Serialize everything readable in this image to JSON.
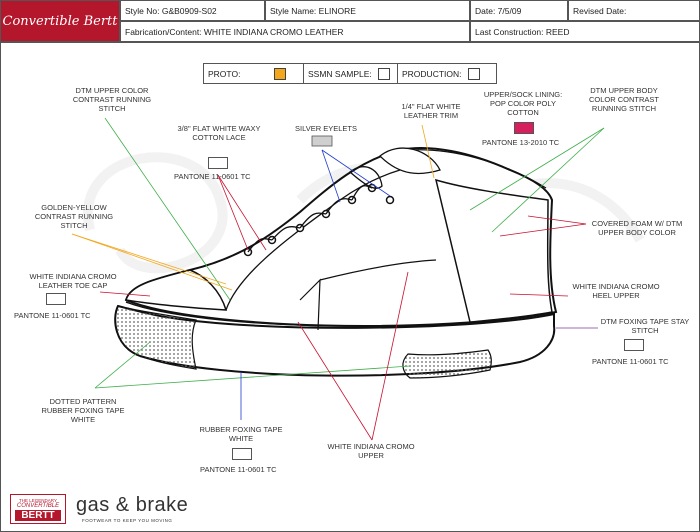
{
  "header": {
    "logo_text": "Convertible Bertt",
    "style_no": "Style No: G&B0909-S02",
    "style_name": "Style Name: ELINORE",
    "date": "Date: 7/5/09",
    "revised_date": "Revised Date:",
    "fabrication": "Fabrication/Content: WHITE INDIANA CROMO LEATHER",
    "last_construction": "Last Construction: REED"
  },
  "sample_bar": {
    "proto": "PROTO:",
    "ssmn": "SSMN SAMPLE:",
    "production": "PRODUCTION:",
    "proto_color": "#f2a71e"
  },
  "callouts": {
    "dtm_upper_running": "DTM UPPER COLOR CONTRAST RUNNING STITCH",
    "flat_lace": "3/8\" FLAT WHITE WAXY COTTON LACE",
    "lace_pantone": "PANTONE 11-0601 TC",
    "eyelets": "SILVER EYELETS",
    "leather_trim": "1/4\" FLAT WHITE LEATHER TRIM",
    "lining": "UPPER/SOCK LINING: POP COLOR POLY COTTON",
    "lining_pantone": "PANTONE 13-2010 TC",
    "lining_color": "#d81f5d",
    "dtm_body_running": "DTM UPPER BODY COLOR CONTRAST RUNNING STITCH",
    "golden_stitch": "GOLDEN-YELLOW CONTRAST RUNNING STITCH",
    "toe_cap": "WHITE INDIANA CROMO LEATHER TOE CAP",
    "toe_pantone": "PANTONE 11-0601 TC",
    "covered_foam": "COVERED FOAM W/ DTM UPPER BODY COLOR",
    "heel_upper": "WHITE INDIANA CROMO HEEL UPPER",
    "foxing_stitch": "DTM FOXING TAPE STAY STITCH",
    "foxing_pantone": "PANTONE 11-0601 TC",
    "dotted_tape": "DOTTED PATTERN RUBBER FOXING TAPE WHITE",
    "rubber_tape": "RUBBER FOXING TAPE WHITE",
    "rubber_pantone": "PANTONE 11-0601 TC",
    "cromo_upper": "WHITE INDIANA CROMO UPPER"
  },
  "footer": {
    "badge_top": "THE LEGENDARY",
    "badge_mid": "CONVERTIBLE",
    "badge_bot": "BERTT",
    "brand": "gas & brake",
    "tagline": "FOOTWEAR TO KEEP YOU MOVING"
  },
  "colors": {
    "brand_red": "#b4162c",
    "leader_green": "#3fae49",
    "leader_red": "#c8102e",
    "leader_orange": "#f2a71e",
    "leader_blue": "#1f3bd0",
    "leader_purple": "#7a3d9a"
  }
}
